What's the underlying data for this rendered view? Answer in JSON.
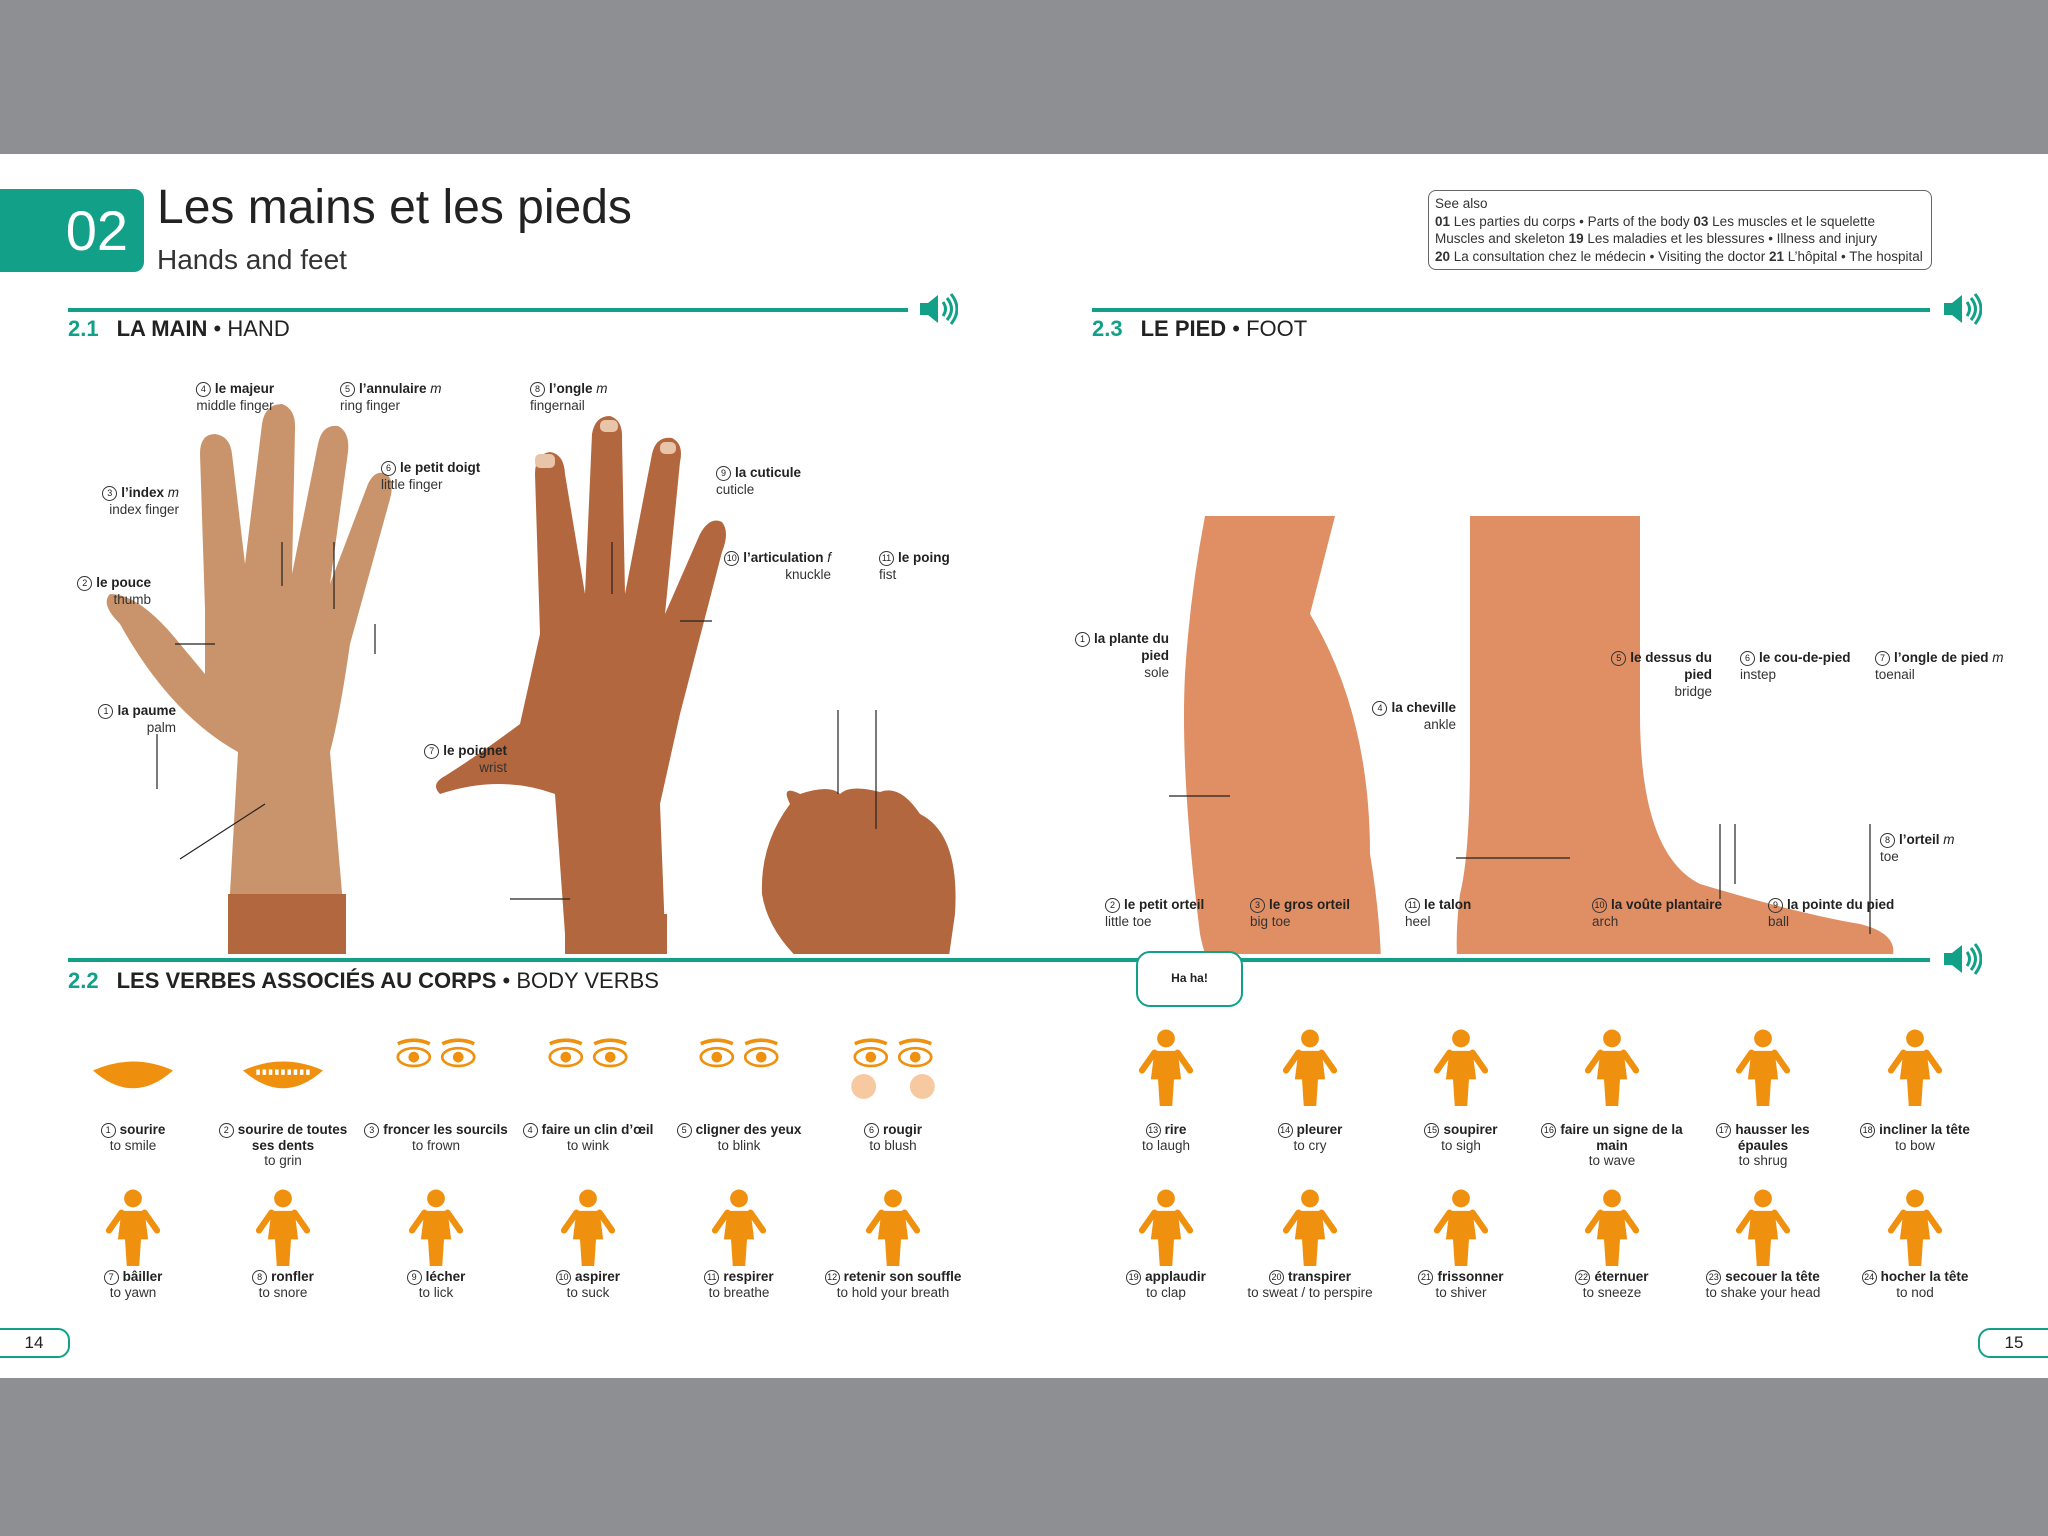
{
  "header": {
    "chapter_number": "02",
    "title": "Les mains et les pieds",
    "subtitle": "Hands and feet"
  },
  "see_also": {
    "label": "See also",
    "lines": [
      [
        {
          "b": "01",
          "t": " Les parties du corps • Parts of the body  "
        },
        {
          "b": "03",
          "t": " Les muscles et le squelette"
        }
      ],
      [
        {
          "b": "",
          "t": "Muscles and skeleton  "
        },
        {
          "b": "19",
          "t": " Les maladies et les blessures • Illness and injury"
        }
      ],
      [
        {
          "b": "20",
          "t": " La consultation chez le médecin • Visiting the doctor  "
        },
        {
          "b": "21",
          "t": " L’hôpital • The hospital"
        }
      ]
    ]
  },
  "sections": {
    "hand": {
      "num": "2.1",
      "fr": "LA MAIN",
      "sep": " • ",
      "en": "HAND"
    },
    "foot": {
      "num": "2.3",
      "fr": "LE PIED",
      "sep": " • ",
      "en": "FOOT"
    },
    "verbs": {
      "num": "2.2",
      "fr": "LES VERBES ASSOCIÉS AU CORPS",
      "sep": " • ",
      "en": "BODY VERBS"
    }
  },
  "hand_labels": [
    {
      "n": "1",
      "fr": "la paume",
      "en": "palm"
    },
    {
      "n": "2",
      "fr": "le pouce",
      "en": "thumb"
    },
    {
      "n": "3",
      "fr": "l’index",
      "g": " m",
      "en": "index finger"
    },
    {
      "n": "4",
      "fr": "le majeur",
      "en": "middle finger"
    },
    {
      "n": "5",
      "fr": "l’annulaire",
      "g": " m",
      "en": "ring finger"
    },
    {
      "n": "6",
      "fr": "le petit doigt",
      "en": "little finger"
    },
    {
      "n": "7",
      "fr": "le poignet",
      "en": "wrist"
    },
    {
      "n": "8",
      "fr": "l’ongle",
      "g": " m",
      "en": "fingernail"
    },
    {
      "n": "9",
      "fr": "la cuticule",
      "en": "cuticle"
    },
    {
      "n": "10",
      "fr": "l’articulation",
      "g": " f",
      "en": "knuckle"
    },
    {
      "n": "11",
      "fr": "le poing",
      "en": "fist"
    }
  ],
  "foot_labels": [
    {
      "n": "1",
      "fr": "la plante du pied",
      "en": "sole"
    },
    {
      "n": "2",
      "fr": "le petit orteil",
      "en": "little toe"
    },
    {
      "n": "3",
      "fr": "le gros orteil",
      "en": "big toe"
    },
    {
      "n": "4",
      "fr": "la cheville",
      "en": "ankle"
    },
    {
      "n": "5",
      "fr": "le dessus du pied",
      "en": "bridge"
    },
    {
      "n": "6",
      "fr": "le cou-de-pied",
      "en": "instep"
    },
    {
      "n": "7",
      "fr": "l’ongle de pied",
      "g": " m",
      "en": "toenail"
    },
    {
      "n": "8",
      "fr": "l’orteil",
      "g": " m",
      "en": "toe"
    },
    {
      "n": "9",
      "fr": "la pointe du pied",
      "en": "ball"
    },
    {
      "n": "10",
      "fr": "la voûte plantaire",
      "en": "arch"
    },
    {
      "n": "11",
      "fr": "le talon",
      "en": "heel"
    }
  ],
  "verbs": [
    {
      "n": "1",
      "fr": "sourire",
      "en": "to smile",
      "icon": "smile-icon"
    },
    {
      "n": "2",
      "fr": "sourire de toutes ses dents",
      "en": "to grin",
      "icon": "grin-icon"
    },
    {
      "n": "3",
      "fr": "froncer les sourcils",
      "en": "to frown",
      "icon": "frown-icon"
    },
    {
      "n": "4",
      "fr": "faire un clin d’œil",
      "en": "to wink",
      "icon": "wink-icon"
    },
    {
      "n": "5",
      "fr": "cligner des yeux",
      "en": "to blink",
      "icon": "blink-icon"
    },
    {
      "n": "6",
      "fr": "rougir",
      "en": "to blush",
      "icon": "blush-icon"
    },
    {
      "n": "7",
      "fr": "bâiller",
      "en": "to yawn",
      "icon": "yawn-icon"
    },
    {
      "n": "8",
      "fr": "ronfler",
      "en": "to snore",
      "icon": "snore-icon"
    },
    {
      "n": "9",
      "fr": "lécher",
      "en": "to lick",
      "icon": "lick-icon"
    },
    {
      "n": "10",
      "fr": "aspirer",
      "en": "to suck",
      "icon": "suck-icon"
    },
    {
      "n": "11",
      "fr": "respirer",
      "en": "to breathe",
      "icon": "breathe-icon"
    },
    {
      "n": "12",
      "fr": "retenir son souffle",
      "en": "to hold your breath",
      "icon": "hold-breath-icon"
    },
    {
      "n": "13",
      "fr": "rire",
      "en": "to laugh",
      "icon": "laugh-icon"
    },
    {
      "n": "14",
      "fr": "pleurer",
      "en": "to cry",
      "icon": "cry-icon"
    },
    {
      "n": "15",
      "fr": "soupirer",
      "en": "to sigh",
      "icon": "sigh-icon"
    },
    {
      "n": "16",
      "fr": "faire un signe de la main",
      "en": "to wave",
      "icon": "wave-icon"
    },
    {
      "n": "17",
      "fr": "hausser les épaules",
      "en": "to shrug",
      "icon": "shrug-icon"
    },
    {
      "n": "18",
      "fr": "incliner la tête",
      "en": "to bow",
      "icon": "bow-icon"
    },
    {
      "n": "19",
      "fr": "applaudir",
      "en": "to clap",
      "icon": "clap-icon"
    },
    {
      "n": "20",
      "fr": "transpirer",
      "en": "to sweat / to perspire",
      "icon": "sweat-icon"
    },
    {
      "n": "21",
      "fr": "frissonner",
      "en": "to shiver",
      "icon": "shiver-icon"
    },
    {
      "n": "22",
      "fr": "éternuer",
      "en": "to sneeze",
      "icon": "sneeze-icon"
    },
    {
      "n": "23",
      "fr": "secouer la tête",
      "en": "to shake your head",
      "icon": "shake-head-icon"
    },
    {
      "n": "24",
      "fr": "hocher la tête",
      "en": "to nod",
      "icon": "nod-icon"
    }
  ],
  "bubble_text": "Ha ha!",
  "page_numbers": {
    "left": "14",
    "right": "15"
  },
  "colors": {
    "accent": "#12a088",
    "orange": "#f0900f",
    "skin_light": "#c9946c",
    "skin_dark": "#b3673f",
    "foot": "#e08e64"
  }
}
